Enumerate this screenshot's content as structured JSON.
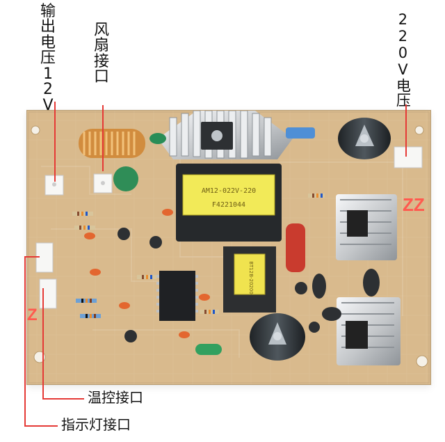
{
  "labels": {
    "output_voltage": "输出电压12V",
    "fan_interface": "风扇接口",
    "mains_voltage": "220V电压",
    "temp_control_interface": "温控接口",
    "indicator_interface": "指示灯接口"
  },
  "board_markings": {
    "transformer_1": "AM12-022V-220",
    "transformer_2": "F4221044",
    "rating": "BT12B-20200"
  },
  "colors": {
    "accent": "#e53935",
    "pcb": "#d9ba8d",
    "heatsink": "#d6d8da",
    "transformer": "#f2ea58"
  }
}
